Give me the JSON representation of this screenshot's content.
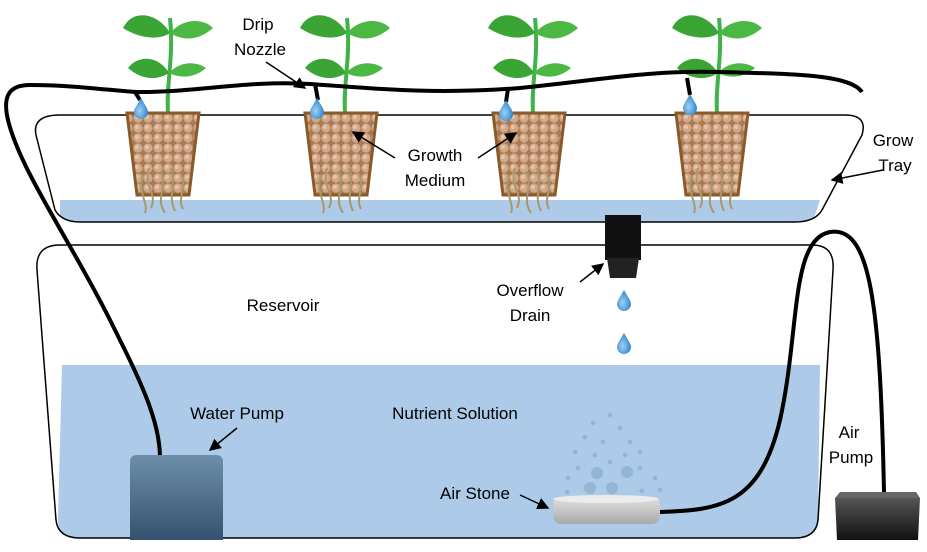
{
  "labels": {
    "drip_nozzle": [
      "Drip",
      "Nozzle"
    ],
    "growth_medium": [
      "Growth",
      "Medium"
    ],
    "grow_tray": [
      "Grow",
      "Tray"
    ],
    "reservoir": "Reservoir",
    "overflow_drain": [
      "Overflow",
      "Drain"
    ],
    "water_pump": "Water Pump",
    "nutrient_solution": "Nutrient Solution",
    "air_stone": "Air Stone",
    "air_pump": [
      "Air",
      "Pump"
    ]
  },
  "colors": {
    "water": "#adcbe8",
    "pot": "#8a5a2b",
    "medium": "#c89a78",
    "leaf": "#3aa535",
    "pump": "#4f6f8c",
    "air_pump": "#2a2a2a"
  }
}
